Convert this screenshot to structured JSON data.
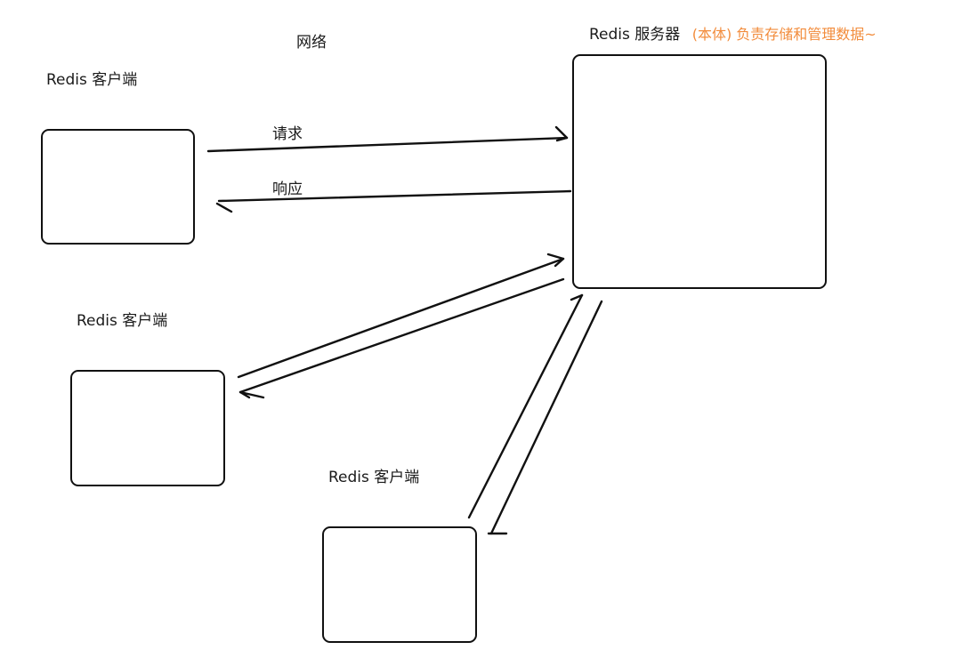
{
  "network_label": "网络",
  "server": {
    "label": "Redis 服务器",
    "note": "(本体) 负责存储和管理数据~"
  },
  "clients": [
    {
      "label": "Redis 客户端"
    },
    {
      "label": "Redis 客户端"
    },
    {
      "label": "Redis 客户端"
    }
  ],
  "connection_labels": {
    "request": "请求",
    "response": "响应"
  },
  "colors": {
    "ink": "#111111",
    "accent": "#f28c3c"
  }
}
